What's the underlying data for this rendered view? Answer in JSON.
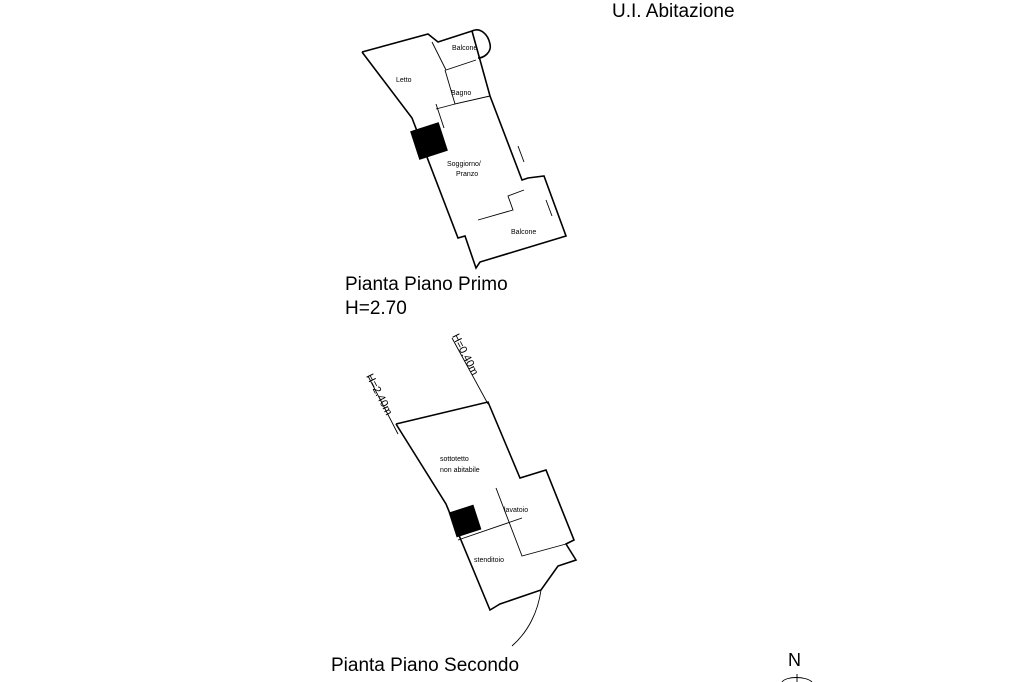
{
  "title": "U.I. Abitazione",
  "plan1": {
    "caption": "Pianta Piano Primo",
    "height": "H=2.70",
    "rooms": {
      "balcony_top": "Balcone",
      "bedroom": "Letto",
      "bathroom": "Bagno",
      "living_1": "Soggiorno/",
      "living_2": "Pranzo",
      "balcony_bottom": "Balcone"
    }
  },
  "plan2": {
    "caption": "Pianta Piano Secondo",
    "heights": {
      "left": "H=2.40m",
      "right": "H=0.40m"
    },
    "rooms": {
      "attic_1": "sottotetto",
      "attic_2": "non abitabile",
      "laundry": "lavatoio",
      "drying": "stenditoio"
    }
  },
  "north_label": "N"
}
